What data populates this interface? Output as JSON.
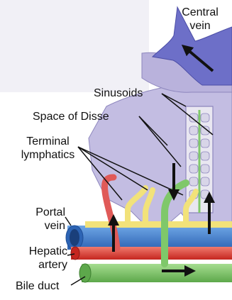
{
  "labels": {
    "central_vein": "Central vein",
    "sinusoids": "Sinusoids",
    "space_of_disse": "Space of Disse",
    "terminal_lymphatics": "Terminal lymphatics",
    "portal_vein": "Portal vein",
    "hepatic_artery": "Hepatic artery",
    "bile_duct": "Bile duct"
  },
  "label_lines": {
    "central_vein": [
      "Central",
      "vein"
    ],
    "terminal_lymphatics": [
      "Terminal",
      "lymphatics"
    ],
    "portal_vein": [
      "Portal",
      "vein"
    ],
    "hepatic_artery": [
      "Hepatic",
      "artery"
    ]
  },
  "colors": {
    "background": "#ffffff",
    "central_vein": "#6d6fc8",
    "lobule_tissue": "#b8b2dc",
    "hepatocyte_plate": "#eceaf3",
    "lymphatic": "#f2e27a",
    "portal_vein": "#3f7fd0",
    "hepatic_artery": "#e0413a",
    "bile_duct": "#7fc86a",
    "arrow": "#111111"
  },
  "icons": [
    "flow-arrow-icon"
  ]
}
